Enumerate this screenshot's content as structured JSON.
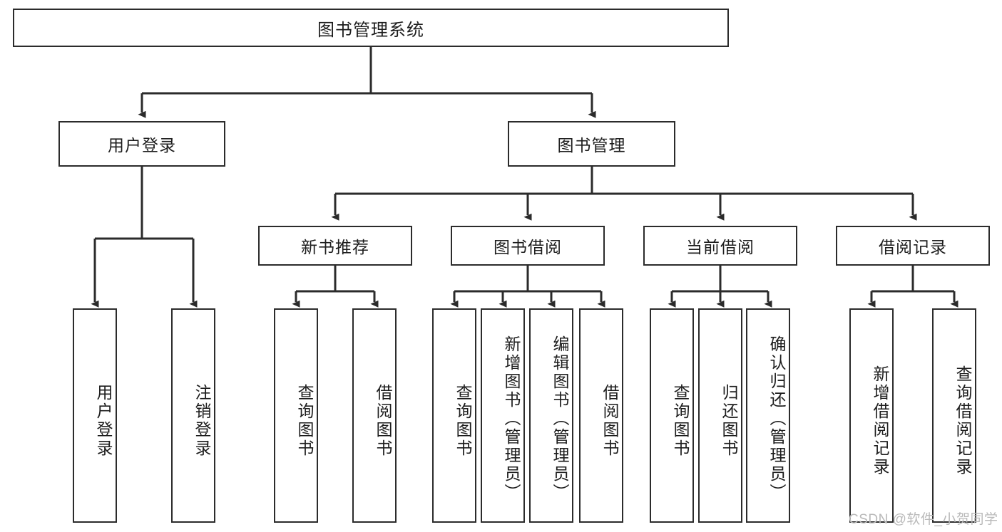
{
  "diagram": {
    "title": "图书管理系统",
    "type": "tree-structure-chart",
    "root": {
      "id": "root",
      "label": "图书管理系统"
    },
    "level1": [
      {
        "id": "user-login",
        "label": "用户登录"
      },
      {
        "id": "book-manage",
        "label": "图书管理"
      }
    ],
    "level2": [
      {
        "id": "new-book-rec",
        "label": "新书推荐",
        "parent": "book-manage"
      },
      {
        "id": "book-borrow",
        "label": "图书借阅",
        "parent": "book-manage"
      },
      {
        "id": "current-borrow",
        "label": "当前借阅",
        "parent": "book-manage"
      },
      {
        "id": "borrow-record",
        "label": "借阅记录",
        "parent": "book-manage"
      }
    ],
    "leaves": [
      {
        "id": "leaf-user-login",
        "label": "用户登录",
        "parent": "user-login"
      },
      {
        "id": "leaf-logout",
        "label": "注销登录",
        "parent": "user-login"
      },
      {
        "id": "leaf-query-book-1",
        "label": "查询图书",
        "parent": "new-book-rec"
      },
      {
        "id": "leaf-borrow-book-1",
        "label": "借阅图书",
        "parent": "new-book-rec"
      },
      {
        "id": "leaf-query-book-2",
        "label": "查询图书",
        "parent": "book-borrow"
      },
      {
        "id": "leaf-add-book",
        "label": "新增图书（管理员）",
        "parent": "book-borrow"
      },
      {
        "id": "leaf-edit-book",
        "label": "编辑图书（管理员）",
        "parent": "book-borrow"
      },
      {
        "id": "leaf-borrow-book-2",
        "label": "借阅图书",
        "parent": "book-borrow"
      },
      {
        "id": "leaf-query-book-3",
        "label": "查询图书",
        "parent": "current-borrow"
      },
      {
        "id": "leaf-return-book",
        "label": "归还图书",
        "parent": "current-borrow"
      },
      {
        "id": "leaf-confirm-return",
        "label": "确认归还（管理员）",
        "parent": "current-borrow"
      },
      {
        "id": "leaf-add-record",
        "label": "新增借阅记录",
        "parent": "borrow-record"
      },
      {
        "id": "leaf-query-record",
        "label": "查询借阅记录",
        "parent": "borrow-record"
      }
    ]
  },
  "watermark": {
    "text": "CSDN @软件_小贺同学"
  },
  "colors": {
    "stroke": "#2b2b2b",
    "background": "#ffffff",
    "text": "#1d1d1d",
    "watermark": "#b9b9b9"
  }
}
